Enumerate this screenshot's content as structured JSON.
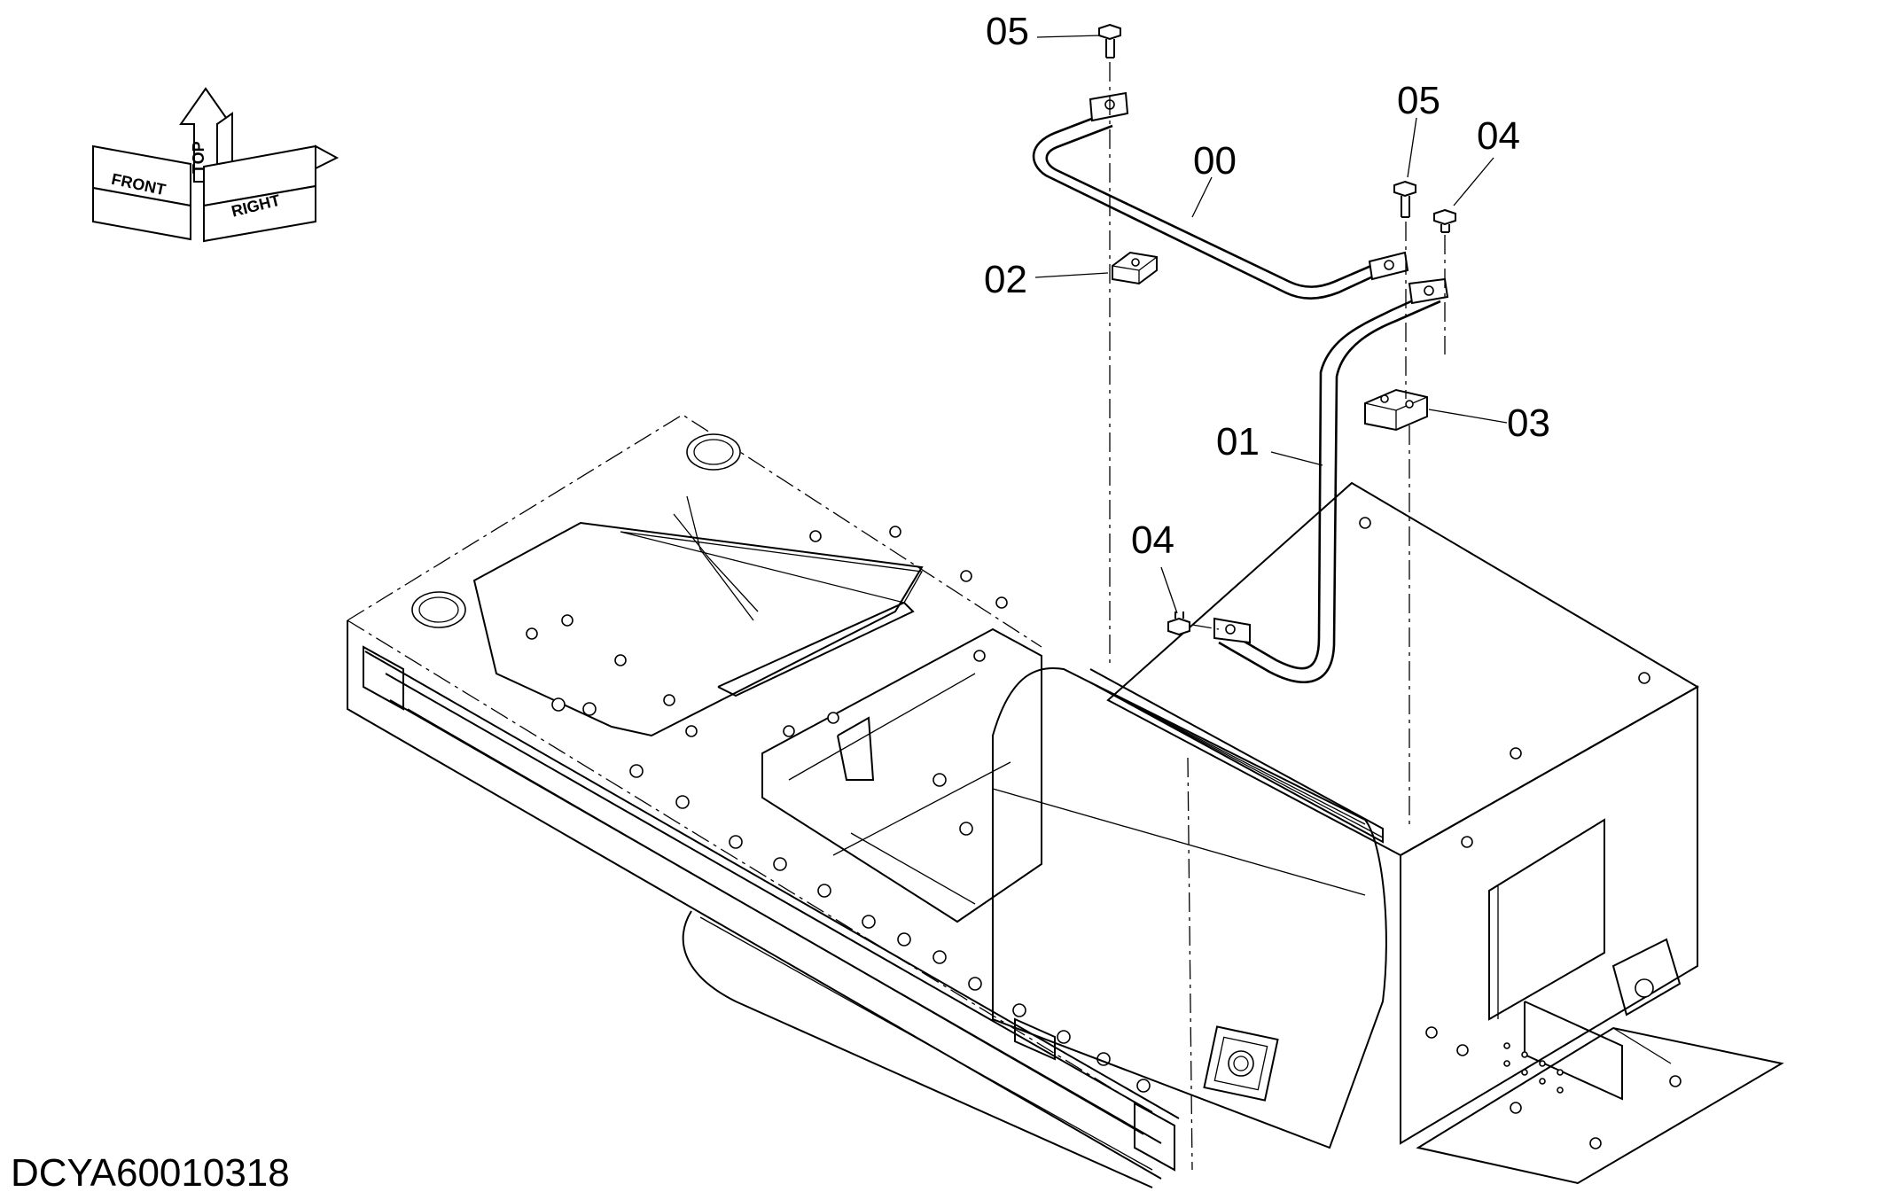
{
  "diagram": {
    "document_id": "DCYA60010318",
    "orientation": {
      "front": "FRONT",
      "top": "TOP",
      "right": "RIGHT"
    },
    "callouts": {
      "c00": "00",
      "c01": "01",
      "c02": "02",
      "c03": "03",
      "c04_left": "04",
      "c04_right": "04",
      "c05_top": "05",
      "c05_right": "05"
    }
  }
}
